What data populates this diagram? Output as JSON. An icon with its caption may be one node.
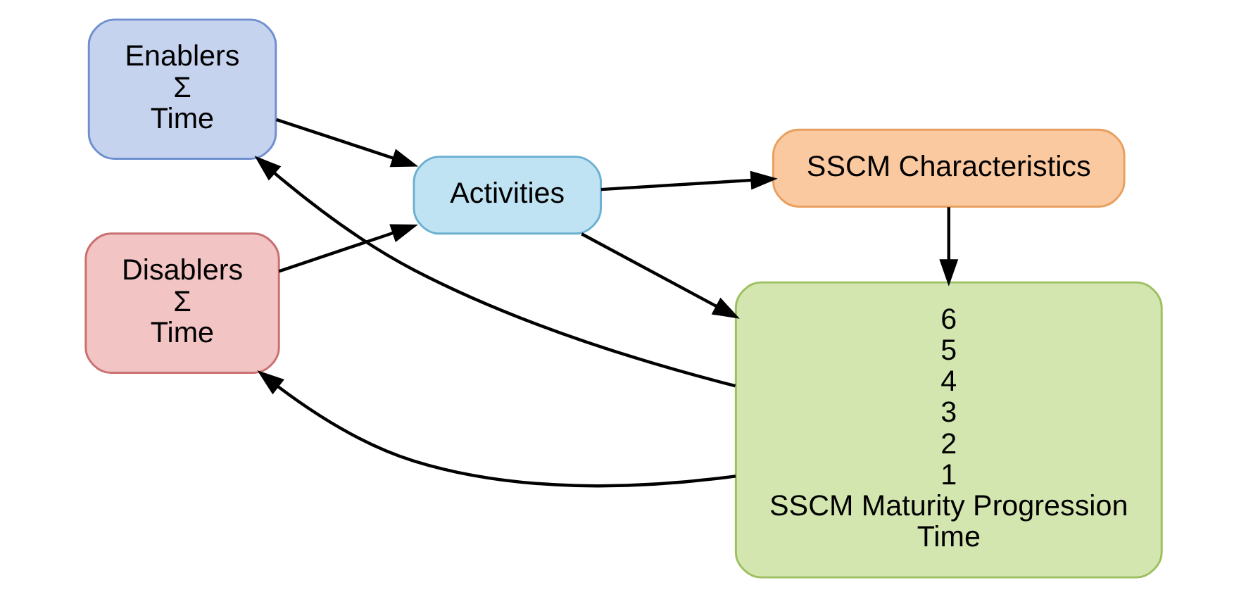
{
  "diagram": {
    "nodes": [
      {
        "text": [
          "Enablers",
          "Σ",
          "Time"
        ]
      },
      {
        "text": [
          "Disablers",
          "Σ",
          "Time"
        ]
      },
      {
        "text": [
          "Activities"
        ]
      },
      {
        "text": [
          "SSCM Characteristics"
        ]
      },
      {
        "text": [
          "6",
          "5",
          "4",
          "3",
          "2",
          "1",
          "SSCM Maturity Progression",
          "Time"
        ]
      }
    ],
    "edges": [
      {
        "from": 0,
        "to": 2,
        "arrow": "to"
      },
      {
        "from": 1,
        "to": 2,
        "arrow": "to"
      },
      {
        "from": 2,
        "to": 3,
        "arrow": "to"
      },
      {
        "from": 2,
        "to": 4,
        "arrow": "to"
      },
      {
        "from": 3,
        "to": 4,
        "arrow": "to"
      },
      {
        "from": 4,
        "to": 0,
        "arrow": "to"
      },
      {
        "from": 4,
        "to": 1,
        "arrow": "to"
      }
    ]
  }
}
